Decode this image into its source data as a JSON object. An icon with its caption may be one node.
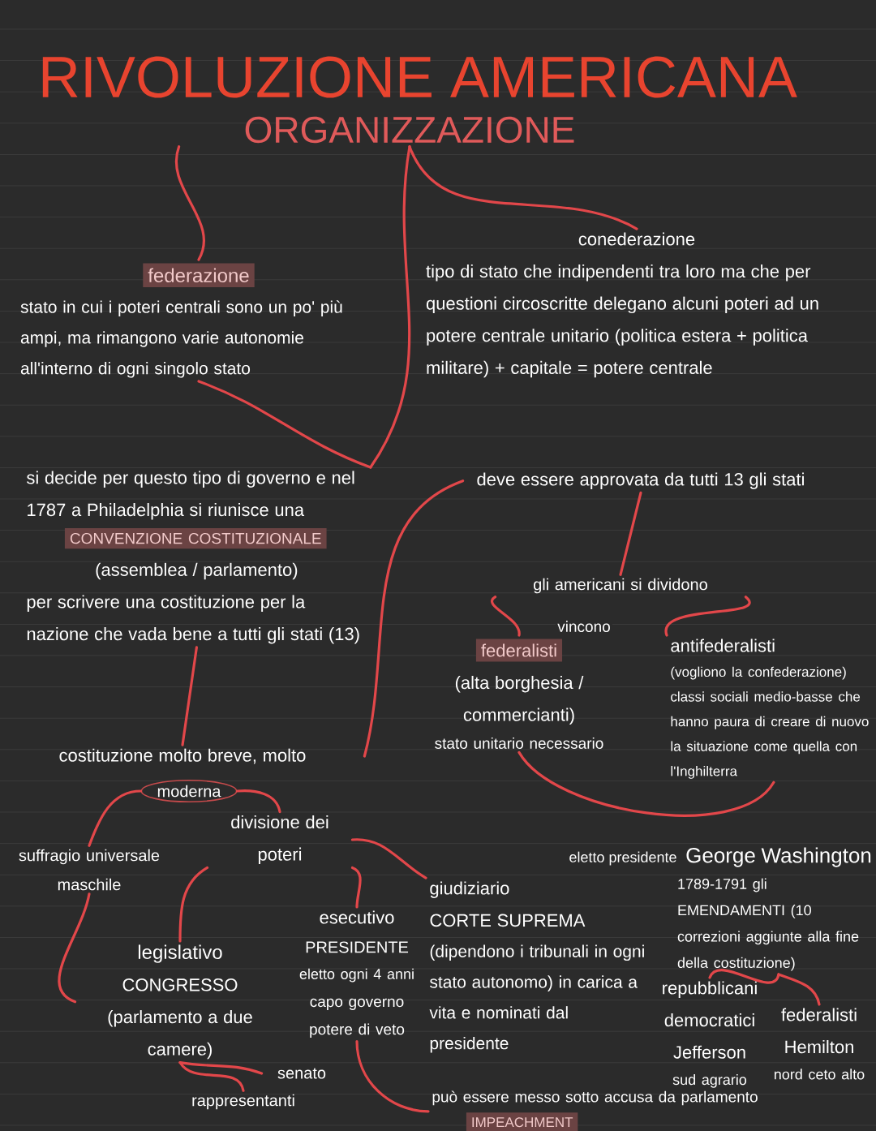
{
  "diagram": {
    "title": "RIVOLUZIONE AMERICANA",
    "nodes": [
      {
        "text": [
          "ORGANIZZAZIONE"
        ]
      },
      {
        "text": [
          "federazione",
          "stato in cui i poteri centrali sono un po' più ampi, ma rimangono varie autonomie all'interno di ogni singolo stato"
        ]
      },
      {
        "text": [
          "conederazione",
          "tipo di stato che indipendenti tra loro ma che per questioni circoscritte delegano alcuni poteri ad un potere centrale unitario (politica estera + politica militare) + capitale = potere centrale"
        ]
      },
      {
        "text": [
          "si decide per questo tipo di governo e nel 1787 a Philadelphia si riunisce una",
          "CONVENZIONE COSTITUZIONALE",
          "(assemblea / parlamento)",
          "per scrivere una costituzione per la nazione che vada bene a tutti gli stati (13)"
        ]
      },
      {
        "text": [
          "deve essere approvata da tutti 13 gli stati"
        ]
      },
      {
        "text": [
          "gli americani si dividono"
        ]
      },
      {
        "text": [
          "federalisti",
          "(alta borghesia / commercianti)",
          "stato unitario necessario"
        ]
      },
      {
        "text": [
          "antifederalisti",
          "(vogliono la confederazione)",
          "classi sociali medio-basse che hanno paura di creare di nuovo la situazione come quella con l'Inghilterra"
        ]
      },
      {
        "text": [
          "costituzione molto breve, molto"
        ]
      },
      {
        "text": [
          "moderna"
        ]
      },
      {
        "text": [
          "suffragio universale maschile"
        ]
      },
      {
        "text": [
          "divisione dei poteri"
        ]
      },
      {
        "text": [
          "legislativo",
          "CONGRESSO",
          "(parlamento a due camere)"
        ]
      },
      {
        "text": [
          "esecutivo",
          "PRESIDENTE",
          "eletto ogni 4 anni",
          "capo governo",
          "potere di veto"
        ]
      },
      {
        "text": [
          "giudiziario",
          "CORTE SUPREMA",
          "(dipendono i tribunali in ogni stato autonomo) in carica a vita e nominati dal presidente"
        ]
      },
      {
        "text": [
          "senato"
        ]
      },
      {
        "text": [
          "rappresentanti"
        ]
      },
      {
        "text": [
          "può essere messo sotto accusa da parlamento",
          "IMPEACHMENT"
        ]
      },
      {
        "text": [
          "George Washington",
          "1789-1791 gli EMENDAMENTI (10 correzioni aggiunte alla fine della costituzione)"
        ],
        "beside": [
          "eletto presidente"
        ]
      },
      {
        "text": [
          "repubblicani democratici",
          "Jefferson",
          "sud agrario"
        ]
      },
      {
        "text": [
          "federalisti",
          "Hemilton",
          "nord ceto alto"
        ]
      }
    ],
    "edges": [
      {
        "from": 0,
        "to": 1,
        "arrow": "none"
      },
      {
        "from": 0,
        "to": 2,
        "arrow": "none"
      },
      {
        "from": 0,
        "to": 3,
        "arrow": "none"
      },
      {
        "from": 1,
        "to": 3,
        "arrow": "none"
      },
      {
        "from": 3,
        "to": 8,
        "arrow": "none"
      },
      {
        "from": 8,
        "to": 4,
        "arrow": "none"
      },
      {
        "from": 4,
        "to": 5,
        "arrow": "none"
      },
      {
        "from": 5,
        "to": 6,
        "arrow": "none",
        "label": "vincono"
      },
      {
        "from": 5,
        "to": 7,
        "arrow": "none"
      },
      {
        "from": 6,
        "to": 7,
        "arrow": "none"
      },
      {
        "from": 9,
        "to": 10,
        "arrow": "none"
      },
      {
        "from": 9,
        "to": 11,
        "arrow": "none"
      },
      {
        "from": 11,
        "to": 12,
        "arrow": "none"
      },
      {
        "from": 11,
        "to": 13,
        "arrow": "none"
      },
      {
        "from": 11,
        "to": 14,
        "arrow": "none"
      },
      {
        "from": 10,
        "to": 12,
        "arrow": "none"
      },
      {
        "from": 12,
        "to": 15,
        "arrow": "none"
      },
      {
        "from": 12,
        "to": 16,
        "arrow": "none"
      },
      {
        "from": 13,
        "to": 17,
        "arrow": "none"
      },
      {
        "from": 18,
        "to": 19,
        "arrow": "none"
      },
      {
        "from": 18,
        "to": 20,
        "arrow": "none"
      }
    ]
  }
}
